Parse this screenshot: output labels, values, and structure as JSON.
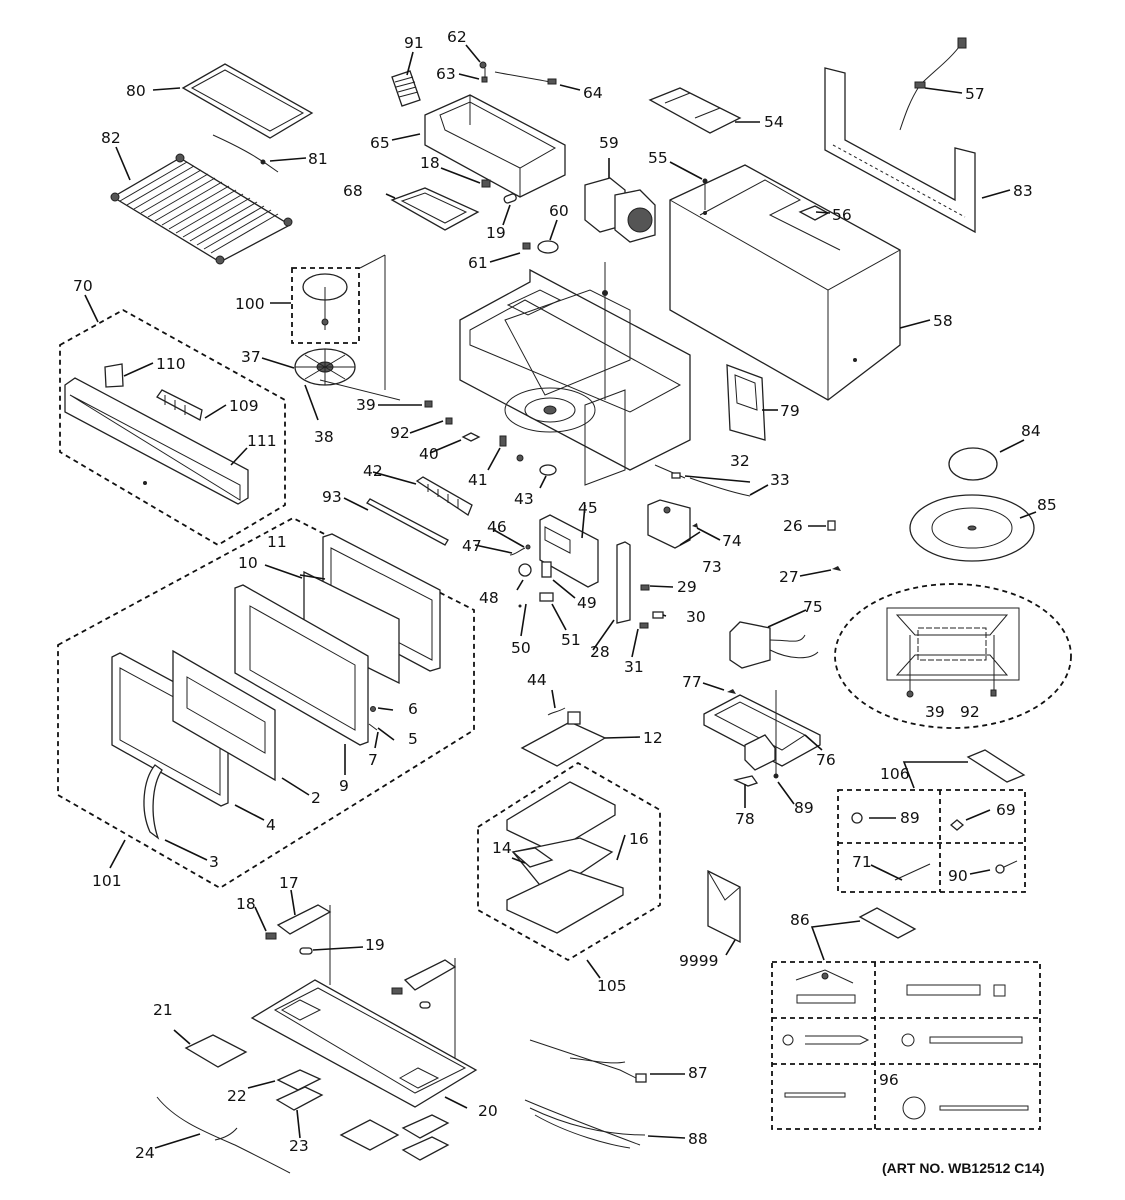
{
  "diagram": {
    "title": "Microwave Oven Exploded Parts View",
    "art_number": "(ART NO. WB12512 C14)",
    "part_labels": {
      "p2": "2",
      "p3": "3",
      "p4": "4",
      "p5": "5",
      "p6": "6",
      "p7": "7",
      "p9": "9",
      "p10": "10",
      "p11": "11",
      "p12": "12",
      "p14": "14",
      "p16": "16",
      "p17": "17",
      "p18a": "18",
      "p18b": "18",
      "p19a": "19",
      "p19b": "19",
      "p20": "20",
      "p21": "21",
      "p22": "22",
      "p23": "23",
      "p24": "24",
      "p26": "26",
      "p27": "27",
      "p28": "28",
      "p29": "29",
      "p30": "30",
      "p31": "31",
      "p32": "32",
      "p33": "33",
      "p37": "37",
      "p38": "38",
      "p39a": "39",
      "p39b": "39",
      "p40": "40",
      "p41": "41",
      "p42": "42",
      "p43": "43",
      "p44": "44",
      "p45": "45",
      "p46": "46",
      "p47": "47",
      "p48": "48",
      "p49": "49",
      "p50": "50",
      "p51": "51",
      "p54": "54",
      "p55": "55",
      "p56": "56",
      "p57": "57",
      "p58": "58",
      "p59": "59",
      "p60": "60",
      "p61": "61",
      "p62": "62",
      "p63": "63",
      "p64": "64",
      "p65": "65",
      "p68": "68",
      "p69": "69",
      "p70": "70",
      "p71": "71",
      "p73": "73",
      "p74": "74",
      "p75": "75",
      "p76": "76",
      "p77": "77",
      "p78": "78",
      "p79": "79",
      "p80": "80",
      "p81": "81",
      "p82": "82",
      "p83": "83",
      "p84": "84",
      "p85": "85",
      "p86": "86",
      "p87": "87",
      "p88": "88",
      "p89a": "89",
      "p89b": "89",
      "p90": "90",
      "p91": "91",
      "p92a": "92",
      "p92b": "92",
      "p93": "93",
      "p96": "96",
      "p100": "100",
      "p101": "101",
      "p105": "105",
      "p106": "106",
      "p109": "109",
      "p110": "110",
      "p111": "111",
      "p9999": "9999"
    },
    "groups": {
      "grille_assembly": "70",
      "door_assembly": "101",
      "turntable_support": "100",
      "control_panel_assembly": "105",
      "hardware_kit_a": "106",
      "hardware_kit_b": "86"
    }
  }
}
